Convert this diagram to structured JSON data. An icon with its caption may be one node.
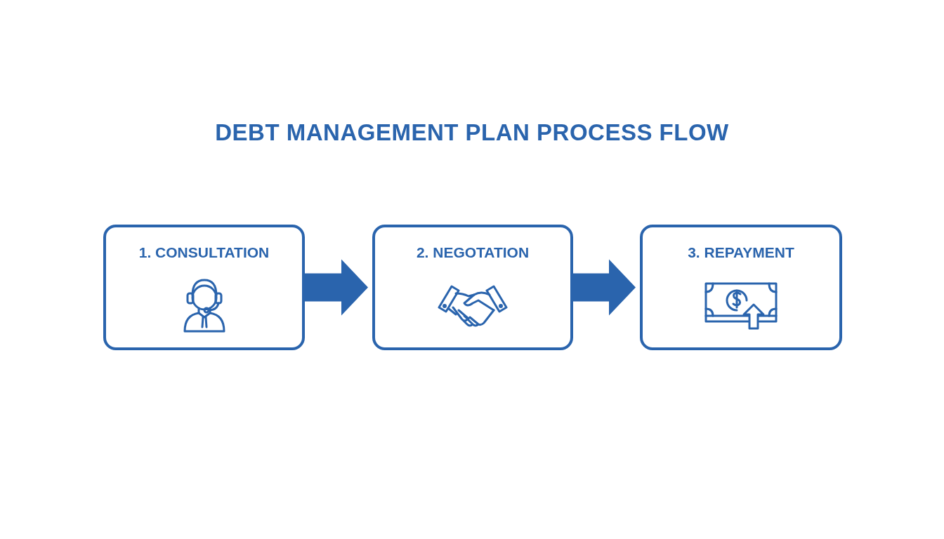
{
  "diagram": {
    "title": "DEBT MANAGEMENT PLAN PROCESS FLOW",
    "nodes": [
      {
        "text": [
          "1. CONSULTATION"
        ]
      },
      {
        "text": [
          "2. NEGOTATION"
        ]
      },
      {
        "text": [
          "3. REPAYMENT"
        ]
      }
    ],
    "edges": [
      {
        "from": 0,
        "to": 1,
        "arrow": "to",
        "style": "thick"
      },
      {
        "from": 1,
        "to": 2,
        "arrow": "to",
        "style": "thick"
      }
    ]
  }
}
